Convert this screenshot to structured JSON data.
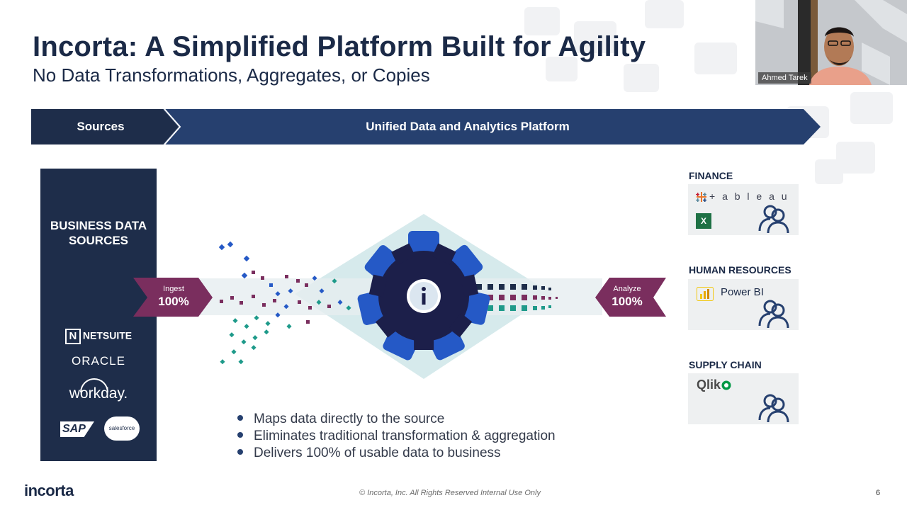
{
  "slide": {
    "title": "Incorta: A Simplified Platform Built for Agility",
    "subtitle": "No Data Transformations, Aggregates, or Copies",
    "page_number": "6"
  },
  "banner": {
    "sources_label": "Sources",
    "platform_label": "Unified Data and Analytics Platform",
    "colors": {
      "sources": "#1e2d4a",
      "platform": "#26406f"
    }
  },
  "sources": {
    "heading": "BUSINESS DATA\nSOURCES",
    "logos": {
      "netsuite": "NETSUITE",
      "oracle": "ORACLE",
      "workday": "workday.",
      "sap": "SAP",
      "salesforce": "salesforce"
    }
  },
  "flow": {
    "ingest_label": "Ingest",
    "ingest_value": "100%",
    "analyze_label": "Analyze",
    "analyze_value": "100%",
    "center_icon": "info-icon",
    "arrow_color": "#7a2e5e",
    "gear_colors": {
      "outer": "#2559c6",
      "inner": "#1c1f4a"
    }
  },
  "bullets": [
    "Maps data directly to the source",
    "Eliminates traditional transformation & aggregation",
    "Delivers 100% of usable data to business"
  ],
  "departments": [
    {
      "name": "FINANCE",
      "tools": [
        "tableau",
        "Excel"
      ]
    },
    {
      "name": "HUMAN RESOURCES",
      "tools": [
        "Power BI"
      ]
    },
    {
      "name": "SUPPLY CHAIN",
      "tools": [
        "Qlik"
      ]
    }
  ],
  "tool_labels": {
    "tableau": "+ a b l e a u",
    "excel": "X",
    "powerbi": "Power BI",
    "qlik": "Qlik"
  },
  "webcam": {
    "participant_name": "Ahmed Tarek"
  },
  "footer": {
    "logo": "incorta",
    "copyright": "© Incorta, Inc. All Rights Reserved Internal Use Only"
  }
}
